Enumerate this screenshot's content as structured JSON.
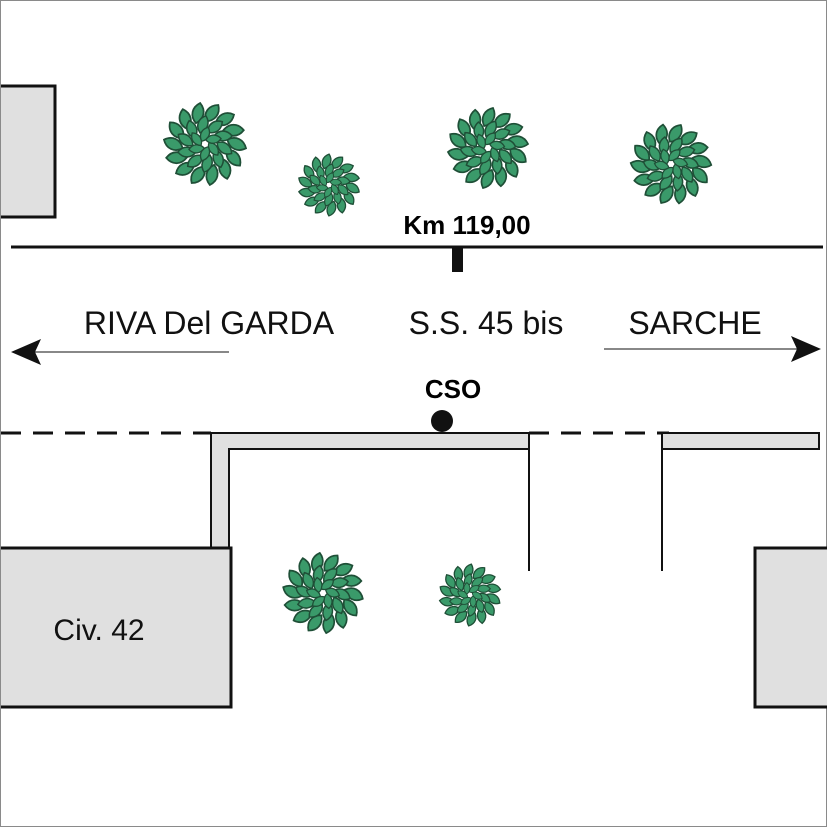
{
  "road": {
    "km_label": "Km 119,00",
    "name": "S.S. 45 bis",
    "direction_left": "RIVA Del GARDA",
    "direction_right": "SARCHE"
  },
  "point": {
    "label": "CSO"
  },
  "buildings": {
    "civic_label": "Civ. 42"
  },
  "colors": {
    "line": "#111111",
    "building_fill": "#e0e0e0",
    "tree_leaf": "#3a9a6a",
    "tree_outline": "#1f4f37"
  },
  "icons": {
    "tree": "tree-icon",
    "arrow_left": "arrow-left-icon",
    "arrow_right": "arrow-right-icon"
  }
}
